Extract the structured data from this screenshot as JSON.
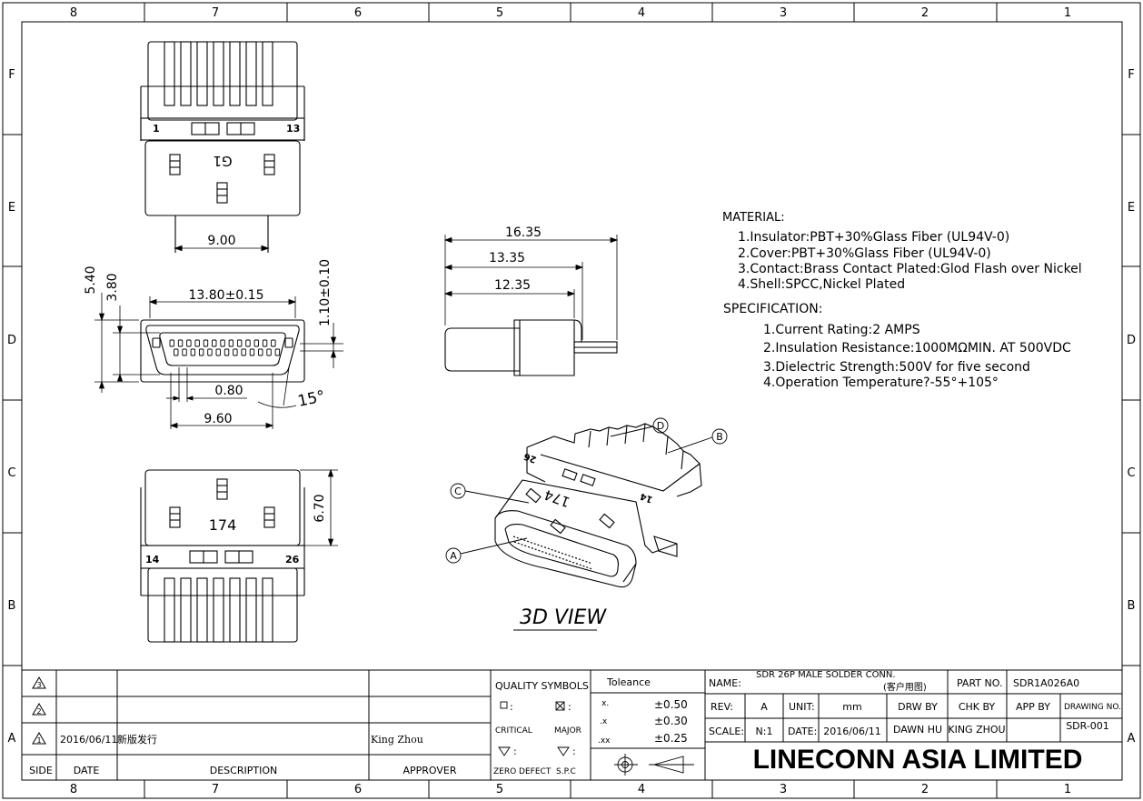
{
  "border": {
    "columns": [
      "8",
      "7",
      "6",
      "5",
      "4",
      "3",
      "2",
      "1"
    ],
    "rows": [
      "F",
      "E",
      "D",
      "C",
      "B",
      "A"
    ]
  },
  "material": {
    "heading": "MATERIAL:",
    "items": [
      "1.Insulator:PBT+30%Glass Fiber (UL94V-0)",
      "2.Cover:PBT+30%Glass Fiber (UL94V-0)",
      "3.Contact:Brass Contact Plated:Glod Flash over Nickel",
      "4.Shell:SPCC,Nickel Plated"
    ]
  },
  "specification": {
    "heading": "SPECIFICATION:",
    "items": [
      "1.Current Rating:2 AMPS",
      "2.Insulation Resistance:1000MΩMIN. AT 500VDC",
      "3.Dielectric Strength:500V for five second",
      "4.Operation   Temperature?-55°+105°"
    ]
  },
  "dimensions": {
    "top_width": "9.00",
    "front_width": "13.80±0.15",
    "front_height_outer": "5.40",
    "front_height_inner": "3.80",
    "contact_offset": "1.10±0.10",
    "pitch": "0.80",
    "contact_span": "9.60",
    "angle": "15°",
    "side_len1": "16.35",
    "side_len2": "13.35",
    "side_len3": "12.35",
    "bottom_height": "6.70"
  },
  "part_marks": {
    "top_left_pin": "1",
    "top_right_pin": "13",
    "top_mark": "G1",
    "bottom_left_pin": "14",
    "bottom_right_pin": "26",
    "bottom_mark": "174",
    "iso_left_pin": "26",
    "iso_right_pin": "14",
    "iso_mark": "174"
  },
  "callouts": [
    "A",
    "B",
    "C",
    "D"
  ],
  "view_label": "3D VIEW",
  "revisions": {
    "rows": [
      {
        "symbol": "3",
        "date": "",
        "description": "",
        "approver": ""
      },
      {
        "symbol": "2",
        "date": "",
        "description": "",
        "approver": ""
      },
      {
        "symbol": "1",
        "date": "2016/06/11",
        "description": "新版发行",
        "approver": "King Zhou"
      }
    ],
    "headers": {
      "side": "SIDE",
      "date": "DATE",
      "description": "DESCRIPTION",
      "approver": "APPROVER"
    }
  },
  "quality": {
    "title": "QUALITY SYMBOLS",
    "critical": "CRITICAL",
    "major": "MAJOR",
    "zero_defect": "ZERO DEFECT",
    "spc": "S.P.C",
    "colon": ":"
  },
  "tolerance": {
    "title": "Toleance",
    "rows": [
      {
        "label": "x.",
        "value": "±0.50"
      },
      {
        "label": ".x",
        "value": "±0.30"
      },
      {
        "label": ".xx",
        "value": "±0.25"
      }
    ]
  },
  "title_block": {
    "name_label": "NAME:",
    "name_value": "SDR 26P MALE SOLDER CONN.",
    "name_note": "(客户用图)",
    "part_no_label": "PART NO.",
    "part_no_value": "SDR1A026A0",
    "rev_label": "REV:",
    "rev_value": "A",
    "unit_label": "UNIT:",
    "unit_value": "mm",
    "drw_by_label": "DRW BY",
    "chk_by_label": "CHK BY",
    "app_by_label": "APP BY",
    "drawing_no_label": "DRAWING NO.",
    "scale_label": "SCALE:",
    "scale_value": "N:1",
    "date_label": "DATE:",
    "date_value": "2016/06/11",
    "drw_by_value": "DAWN HU",
    "chk_by_value": "KING ZHOU",
    "drawing_no_value": "SDR-001",
    "company": "LINECONN ASIA LIMITED"
  }
}
